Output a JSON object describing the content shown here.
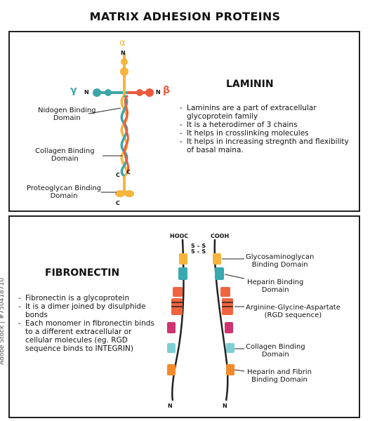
{
  "title": "MATRIX ADHESION PROTEINS",
  "laminin": {
    "heading": "LAMININ",
    "chain_alpha": "α",
    "chain_beta": "β",
    "chain_gamma": "γ",
    "n_label": "N",
    "c_label": "C",
    "labels": {
      "nidogen": "Nidogen Binding\nDomain",
      "collagen": "Collagen Binding\nDomain",
      "proteoglycan": "Proteoglycan Binding\nDomain"
    },
    "bullets": [
      "Laminins are a part of extracellular glycoprotein family",
      "It is a heterodimer of 3 chains",
      "It helps in crosslinking molecules",
      "It helps in increasing stregnth and flexibility of basal maina."
    ]
  },
  "fibronectin": {
    "heading": "FIBRONECTIN",
    "hooc": "HOOC",
    "cooh": "COOH",
    "ss": "S – S",
    "n_label": "N",
    "labels": {
      "gag": "Glycosaminoglycan\nBinding Domain",
      "heparin": "Heparin Binding\nDomain",
      "rgd": "Arginine-Glycine-Aspartate\n(RGD sequence)",
      "collagen": "Collagen Binding\nDomain",
      "heparin_fibrin": "Heparin and Fibrin\nBinding Domain"
    },
    "bullets": [
      "Fibronectin is a glycoprotein",
      "It is a dimer joined by disulphide bonds",
      "Each monomer in fibronectin binds to a different extracellular or cellular molecules (eg. RGD sequence binds to INTEGRIN)"
    ]
  },
  "watermark_side": "Adobe Stock | #750418710",
  "colors": {
    "alpha": "#f5b43c",
    "beta": "#ee5a3c",
    "gamma": "#3aa6a8",
    "fn_yellow": "#f5b43c",
    "fn_teal": "#39a9b0",
    "fn_red": "#f06440",
    "fn_magenta": "#d0336f",
    "fn_lightteal": "#7fcfd2",
    "fn_orange": "#f58a2a"
  }
}
